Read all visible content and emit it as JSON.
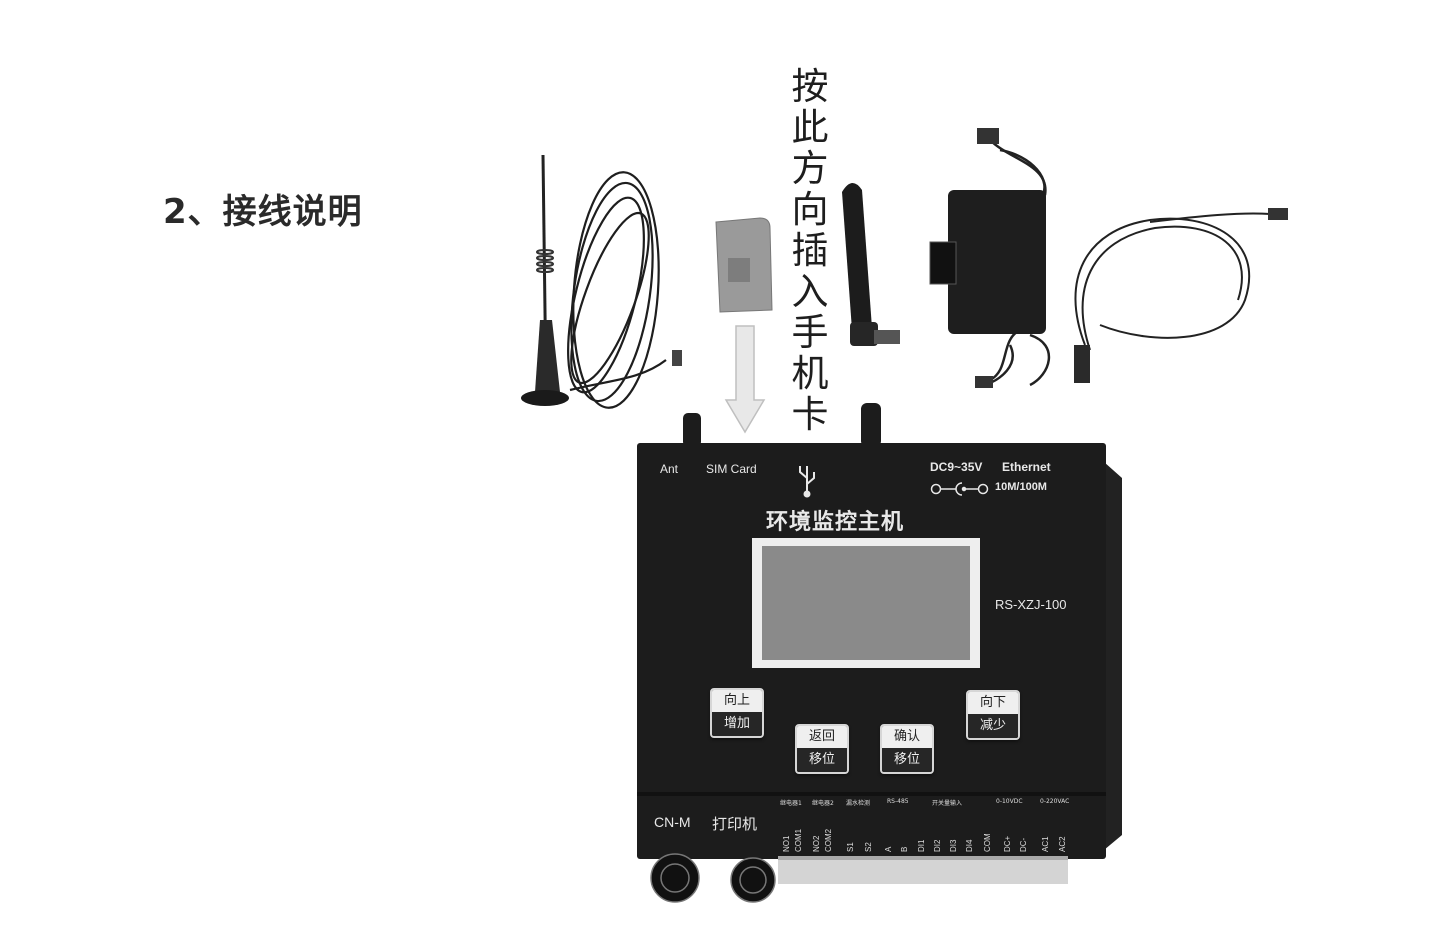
{
  "heading": "2、接线说明",
  "insert_direction_chars": [
    "按",
    "此",
    "方",
    "向",
    "插",
    "入",
    "手",
    "机",
    "卡"
  ],
  "device": {
    "port_ant": "Ant",
    "port_sim": "SIM Card",
    "power_label": "DC9~35V",
    "ethernet_label": "Ethernet",
    "ethernet_speed": "10M/100M",
    "title": "环境监控主机",
    "model": "RS-XZJ-100",
    "buttons": [
      {
        "top": "向上",
        "bottom": "增加"
      },
      {
        "top": "返回",
        "bottom": "移位"
      },
      {
        "top": "确认",
        "bottom": "移位"
      },
      {
        "top": "向下",
        "bottom": "减少"
      }
    ],
    "port_cnm": "CN-M",
    "port_printer": "打印机",
    "terminal_groups": [
      "继电器1",
      "继电器2",
      "漏水检测",
      "RS-485",
      "开关量输入",
      "0-10VDC",
      "0-220VAC"
    ],
    "terminals": [
      "NO1",
      "COM1",
      "NO2",
      "COM2",
      "S1",
      "S2",
      "A",
      "B",
      "DI1",
      "DI2",
      "DI3",
      "DI4",
      "COM",
      "DC+",
      "DC-",
      "AC1",
      "AC2"
    ]
  },
  "icons": [
    "usb-icon",
    "power-polarity-icon",
    "down-arrow-icon"
  ]
}
